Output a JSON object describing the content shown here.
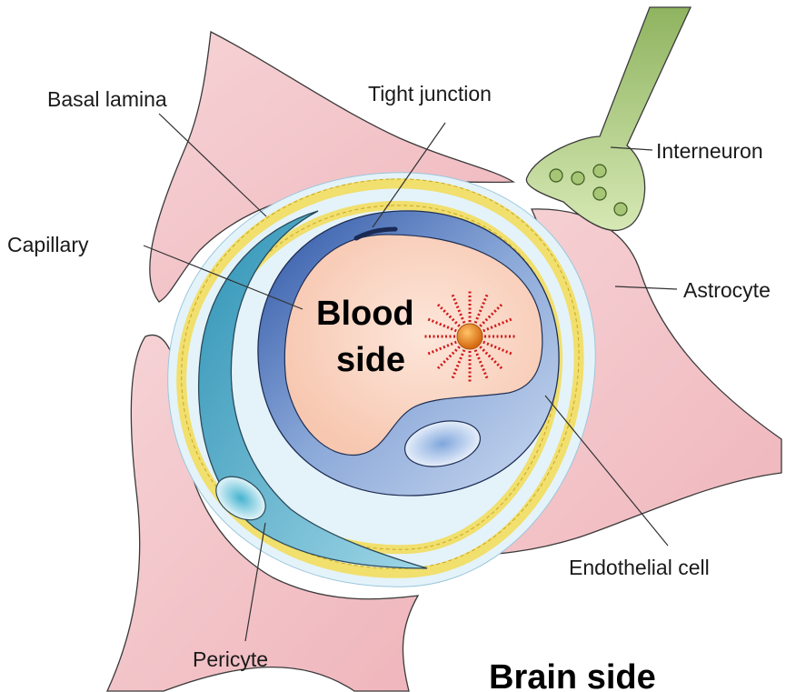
{
  "labels": {
    "basal_lamina": "Basal lamina",
    "tight_junction": "Tight junction",
    "interneuron": "Interneuron",
    "capillary": "Capillary",
    "astrocyte": "Astrocyte",
    "endothelial_cell": "Endothelial cell",
    "pericyte": "Pericyte"
  },
  "regions": {
    "blood_side_line1": "Blood",
    "blood_side_line2": "side",
    "brain_side": "Brain side"
  },
  "colors": {
    "astrocyte": "#f3c4c8",
    "interneuron": "#b5cf88",
    "lumen": "#fbd9c9",
    "endothelium": "#3b63ad",
    "pericyte": "#4aa9c4",
    "basal_lamina": "#f4e17a",
    "extracellular": "#dff0f8",
    "particle_core": "#e8821e",
    "particle_ray": "#d01818"
  }
}
